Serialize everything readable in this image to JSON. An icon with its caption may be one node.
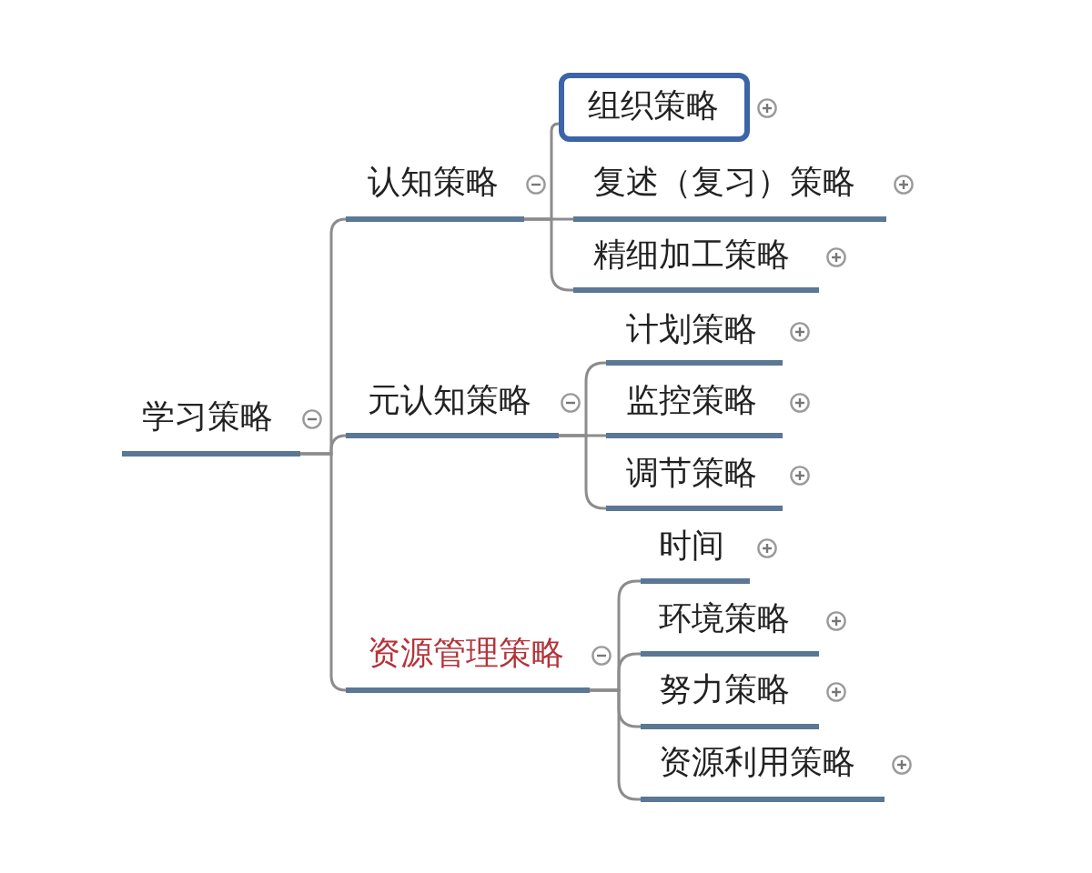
{
  "diagram": {
    "nodes": [
      {
        "text": [
          "学习策略"
        ]
      },
      {
        "text": [
          "认知策略"
        ]
      },
      {
        "text": [
          "元认知策略"
        ]
      },
      {
        "text": [
          "资源管理策略"
        ]
      },
      {
        "text": [
          "组织策略"
        ]
      },
      {
        "text": [
          "复述（复习）策略"
        ]
      },
      {
        "text": [
          "精细加工策略"
        ]
      },
      {
        "text": [
          "计划策略"
        ]
      },
      {
        "text": [
          "监控策略"
        ]
      },
      {
        "text": [
          "调节策略"
        ]
      },
      {
        "text": [
          "时间"
        ]
      },
      {
        "text": [
          "环境策略"
        ]
      },
      {
        "text": [
          "努力策略"
        ]
      },
      {
        "text": [
          "资源利用策略"
        ]
      }
    ],
    "edges": [
      {
        "from": 0,
        "to": 1,
        "arrow": "none"
      },
      {
        "from": 0,
        "to": 2,
        "arrow": "none"
      },
      {
        "from": 0,
        "to": 3,
        "arrow": "none"
      },
      {
        "from": 1,
        "to": 4,
        "arrow": "none"
      },
      {
        "from": 1,
        "to": 5,
        "arrow": "none"
      },
      {
        "from": 1,
        "to": 6,
        "arrow": "none"
      },
      {
        "from": 2,
        "to": 7,
        "arrow": "none"
      },
      {
        "from": 2,
        "to": 8,
        "arrow": "none"
      },
      {
        "from": 2,
        "to": 9,
        "arrow": "none"
      },
      {
        "from": 3,
        "to": 10,
        "arrow": "none"
      },
      {
        "from": 3,
        "to": 11,
        "arrow": "none"
      },
      {
        "from": 3,
        "to": 12,
        "arrow": "none"
      },
      {
        "from": 3,
        "to": 13,
        "arrow": "none"
      }
    ]
  }
}
